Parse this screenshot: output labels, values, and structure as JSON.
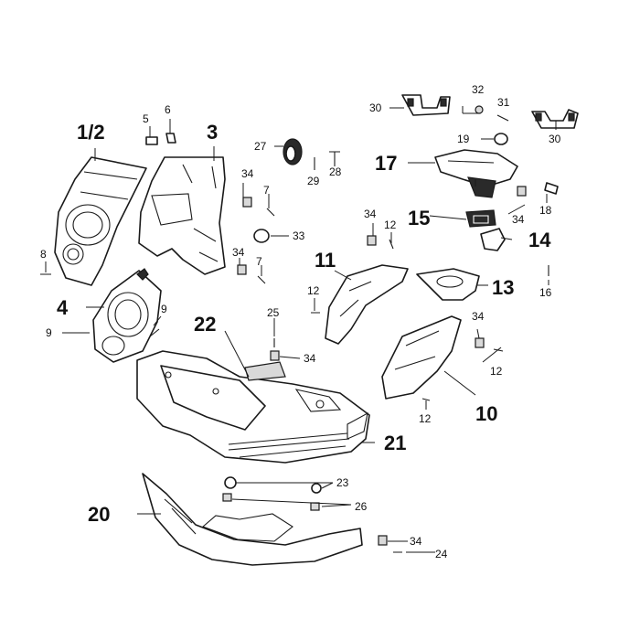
{
  "labels": {
    "p1_2": "1/2",
    "p3": "3",
    "p4": "4",
    "p5": "5",
    "p6": "6",
    "p7a": "7",
    "p7b": "7",
    "p8": "8",
    "p9a": "9",
    "p9b": "9",
    "p10": "10",
    "p11": "11",
    "p12a": "12",
    "p12b": "12",
    "p12c": "12",
    "p12d": "12",
    "p13": "13",
    "p14": "14",
    "p15": "15",
    "p16": "16",
    "p17": "17",
    "p18": "18",
    "p19": "19",
    "p20": "20",
    "p21": "21",
    "p22": "22",
    "p23": "23",
    "p24": "24",
    "p25": "25",
    "p26": "26",
    "p27": "27",
    "p28": "28",
    "p29": "29",
    "p30a": "30",
    "p30b": "30",
    "p31": "31",
    "p32": "32",
    "p33": "33",
    "p34a": "34",
    "p34b": "34",
    "p34c": "34",
    "p34d": "34",
    "p34e": "34",
    "p34f": "34",
    "p34g": "34"
  }
}
